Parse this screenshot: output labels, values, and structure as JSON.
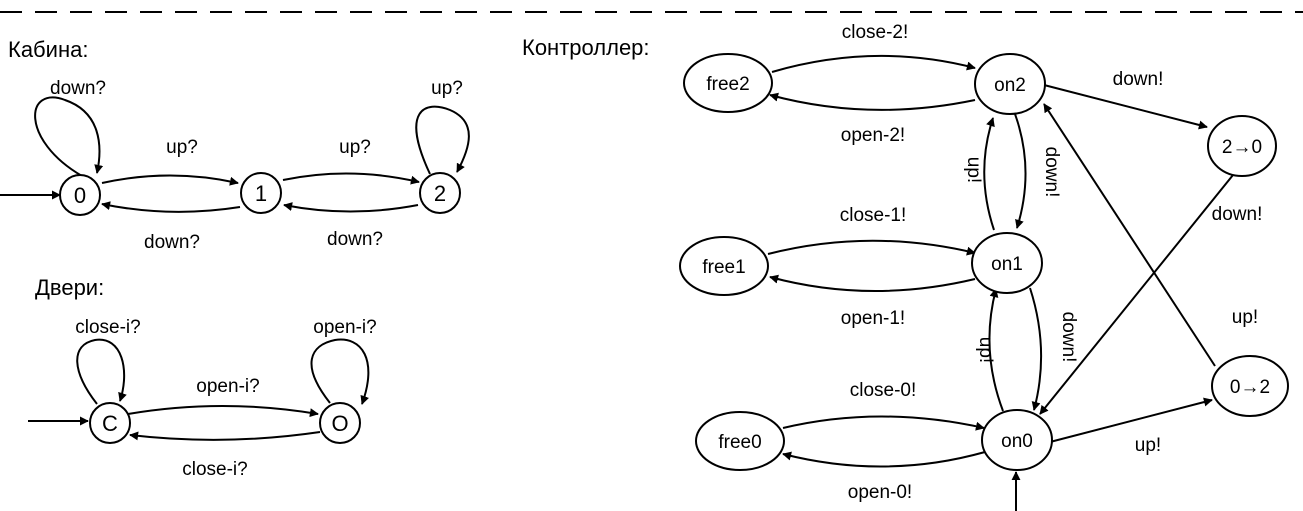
{
  "sections": {
    "cabin": "Кабина:",
    "doors": "Двери:",
    "controller": "Контроллер:"
  },
  "cabin": {
    "states": {
      "s0": "0",
      "s1": "1",
      "s2": "2"
    },
    "labels": {
      "loop0": "down?",
      "up01": "up?",
      "up12": "up?",
      "loop2": "up?",
      "down10": "down?",
      "down21": "down?"
    }
  },
  "doors": {
    "states": {
      "c": "C",
      "o": "O"
    },
    "labels": {
      "loopC": "close-i?",
      "loopO": "open-i?",
      "open": "open-i?",
      "close": "close-i?"
    }
  },
  "controller": {
    "states": {
      "free2": "free2",
      "on2": "on2",
      "free1": "free1",
      "on1": "on1",
      "free0": "free0",
      "on0": "on0",
      "t20": "2→0",
      "t02": "0→2"
    },
    "labels": {
      "close2": "close-2!",
      "open2": "open-2!",
      "close1": "close-1!",
      "open1": "open-1!",
      "close0": "close-0!",
      "open0": "open-0!",
      "down_on2": "down!",
      "down_t20": "down!",
      "up_t02": "up!",
      "up_on0": "up!",
      "up_on1_on2": "up!",
      "down_on2_on1": "down!",
      "up_on0_on1": "up!",
      "down_on1_on0": "down!"
    }
  }
}
